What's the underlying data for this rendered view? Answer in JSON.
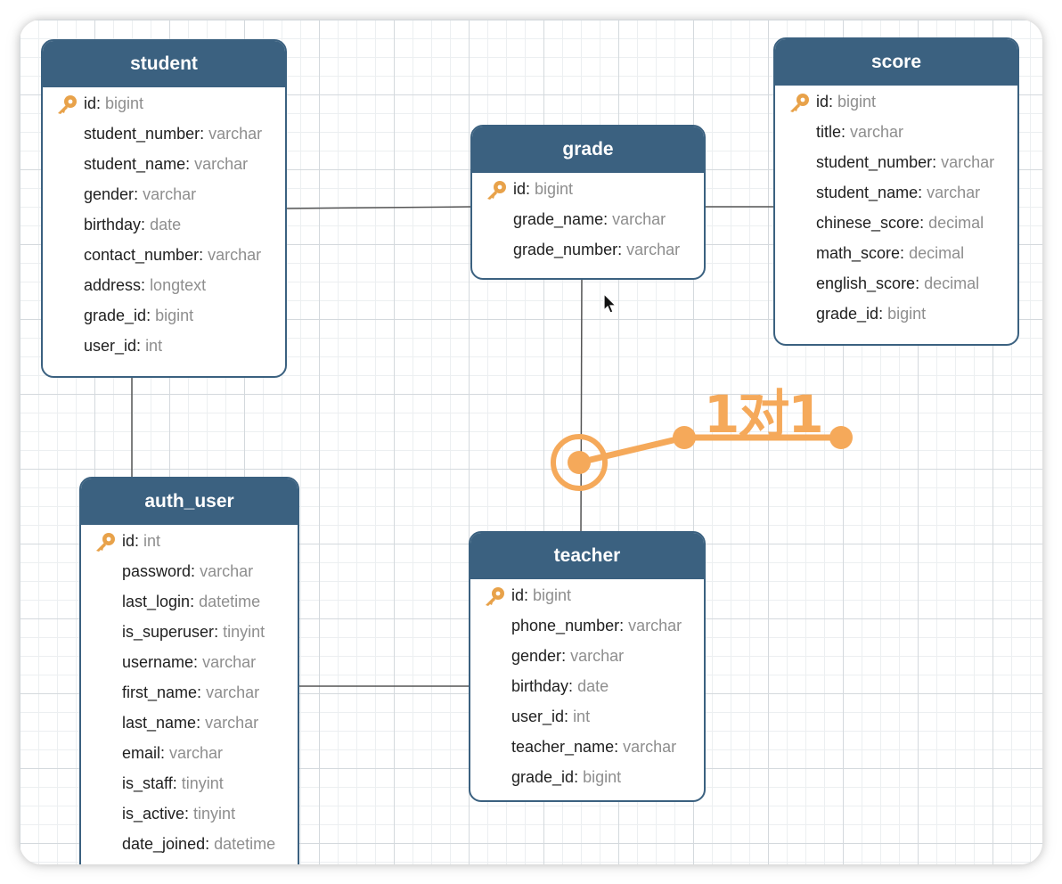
{
  "diagram": {
    "tables": [
      {
        "name": "student",
        "fields": [
          {
            "name": "id",
            "type": "bigint",
            "pk": true
          },
          {
            "name": "student_number",
            "type": "varchar"
          },
          {
            "name": "student_name",
            "type": "varchar"
          },
          {
            "name": "gender",
            "type": "varchar"
          },
          {
            "name": "birthday",
            "type": "date"
          },
          {
            "name": "contact_number",
            "type": "varchar"
          },
          {
            "name": "address",
            "type": "longtext"
          },
          {
            "name": "grade_id",
            "type": "bigint"
          },
          {
            "name": "user_id",
            "type": "int"
          }
        ]
      },
      {
        "name": "grade",
        "fields": [
          {
            "name": "id",
            "type": "bigint",
            "pk": true
          },
          {
            "name": "grade_name",
            "type": "varchar"
          },
          {
            "name": "grade_number",
            "type": "varchar"
          }
        ]
      },
      {
        "name": "score",
        "fields": [
          {
            "name": "id",
            "type": "bigint",
            "pk": true
          },
          {
            "name": "title",
            "type": "varchar"
          },
          {
            "name": "student_number",
            "type": "varchar"
          },
          {
            "name": "student_name",
            "type": "varchar"
          },
          {
            "name": "chinese_score",
            "type": "decimal"
          },
          {
            "name": "math_score",
            "type": "decimal"
          },
          {
            "name": "english_score",
            "type": "decimal"
          },
          {
            "name": "grade_id",
            "type": "bigint"
          }
        ]
      },
      {
        "name": "auth_user",
        "fields": [
          {
            "name": "id",
            "type": "int",
            "pk": true
          },
          {
            "name": "password",
            "type": "varchar"
          },
          {
            "name": "last_login",
            "type": "datetime"
          },
          {
            "name": "is_superuser",
            "type": "tinyint"
          },
          {
            "name": "username",
            "type": "varchar"
          },
          {
            "name": "first_name",
            "type": "varchar"
          },
          {
            "name": "last_name",
            "type": "varchar"
          },
          {
            "name": "email",
            "type": "varchar"
          },
          {
            "name": "is_staff",
            "type": "tinyint"
          },
          {
            "name": "is_active",
            "type": "tinyint"
          },
          {
            "name": "date_joined",
            "type": "datetime"
          }
        ]
      },
      {
        "name": "teacher",
        "fields": [
          {
            "name": "id",
            "type": "bigint",
            "pk": true
          },
          {
            "name": "phone_number",
            "type": "varchar"
          },
          {
            "name": "gender",
            "type": "varchar"
          },
          {
            "name": "birthday",
            "type": "date"
          },
          {
            "name": "user_id",
            "type": "int"
          },
          {
            "name": "teacher_name",
            "type": "varchar"
          },
          {
            "name": "grade_id",
            "type": "bigint"
          }
        ]
      }
    ],
    "annotation": {
      "label": "1对1"
    },
    "colors": {
      "header": "#3b6180",
      "key": "#e8a24a",
      "annotation": "#f5a95a",
      "type_text": "#8e8e8e"
    }
  }
}
